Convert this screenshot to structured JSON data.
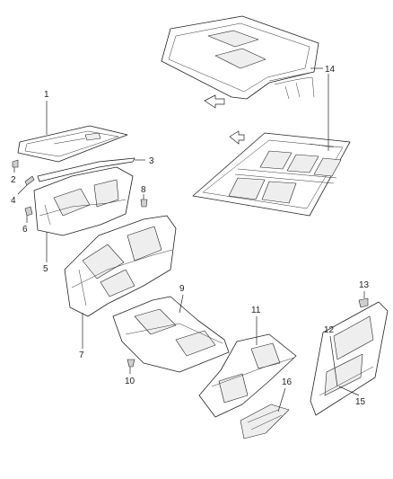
{
  "callouts": [
    "1",
    "2",
    "3",
    "4",
    "5",
    "6",
    "7",
    "8",
    "9",
    "10",
    "11",
    "12",
    "13",
    "14",
    "15",
    "16"
  ],
  "line_color": "#222222",
  "background": "#ffffff"
}
